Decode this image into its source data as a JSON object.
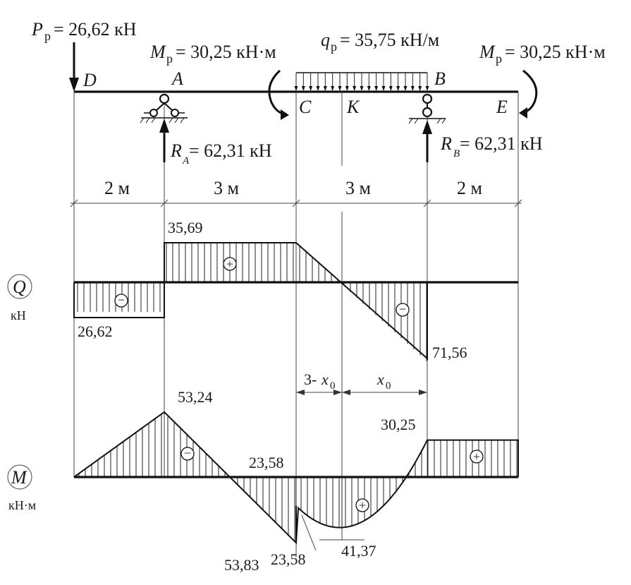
{
  "load_labels": {
    "force_P_sym": "P",
    "force_P_sub": "р",
    "force_P_val": " = 26,62 кН",
    "moment_left_sym": "M",
    "moment_left_sub": "р",
    "moment_left_val": "= 30,25 кН·м",
    "dist_q_sym": "q",
    "dist_q_sub": "р",
    "dist_q_val": "= 35,75 кН/м",
    "moment_right_sym": "M",
    "moment_right_sub": "р",
    "moment_right_val": "= 30,25 кН·м",
    "reaction_A_sym": "R",
    "reaction_A_sub": "A",
    "reaction_A_val": " = 62,31 кН",
    "reaction_B_sym": "R",
    "reaction_B_sub": "B",
    "reaction_B_val": " = 62,31 кН"
  },
  "points": {
    "D": "D",
    "A": "A",
    "C": "C",
    "K": "K",
    "B": "B",
    "E": "E"
  },
  "spans": [
    "2 м",
    "3 м",
    "3 м",
    "2 м"
  ],
  "span_lengths_m": [
    2,
    3,
    3,
    2
  ],
  "shear": {
    "label": "Q",
    "unit": "кН",
    "values": {
      "DA": -26.62,
      "AC": 35.69,
      "B_left": -71.56,
      "zero_x_m": 6.0
    },
    "labels": {
      "v1": "35,69",
      "v2": "26,62",
      "v3": "71,56"
    },
    "signs": [
      "−",
      "+",
      "−"
    ]
  },
  "moment": {
    "label": "M",
    "unit": "кН·м",
    "values": {
      "A": 53.24,
      "C_left": -53.83,
      "C_right": 23.58,
      "K_min": -41.37,
      "B": 30.25,
      "E": 30.25
    },
    "labels": {
      "vA": "53,24",
      "vCtop": "23,58",
      "vCleft": "53,83",
      "vCright": "23,58",
      "vK": "41,37",
      "vB": "30,25"
    },
    "signs": [
      "−",
      "+",
      "+"
    ]
  },
  "dims": {
    "x0_left_a": "3-",
    "x0_left_b": "x",
    "x0_left_sub": "0",
    "x0_right": "x",
    "x0_right_sub": "0"
  }
}
